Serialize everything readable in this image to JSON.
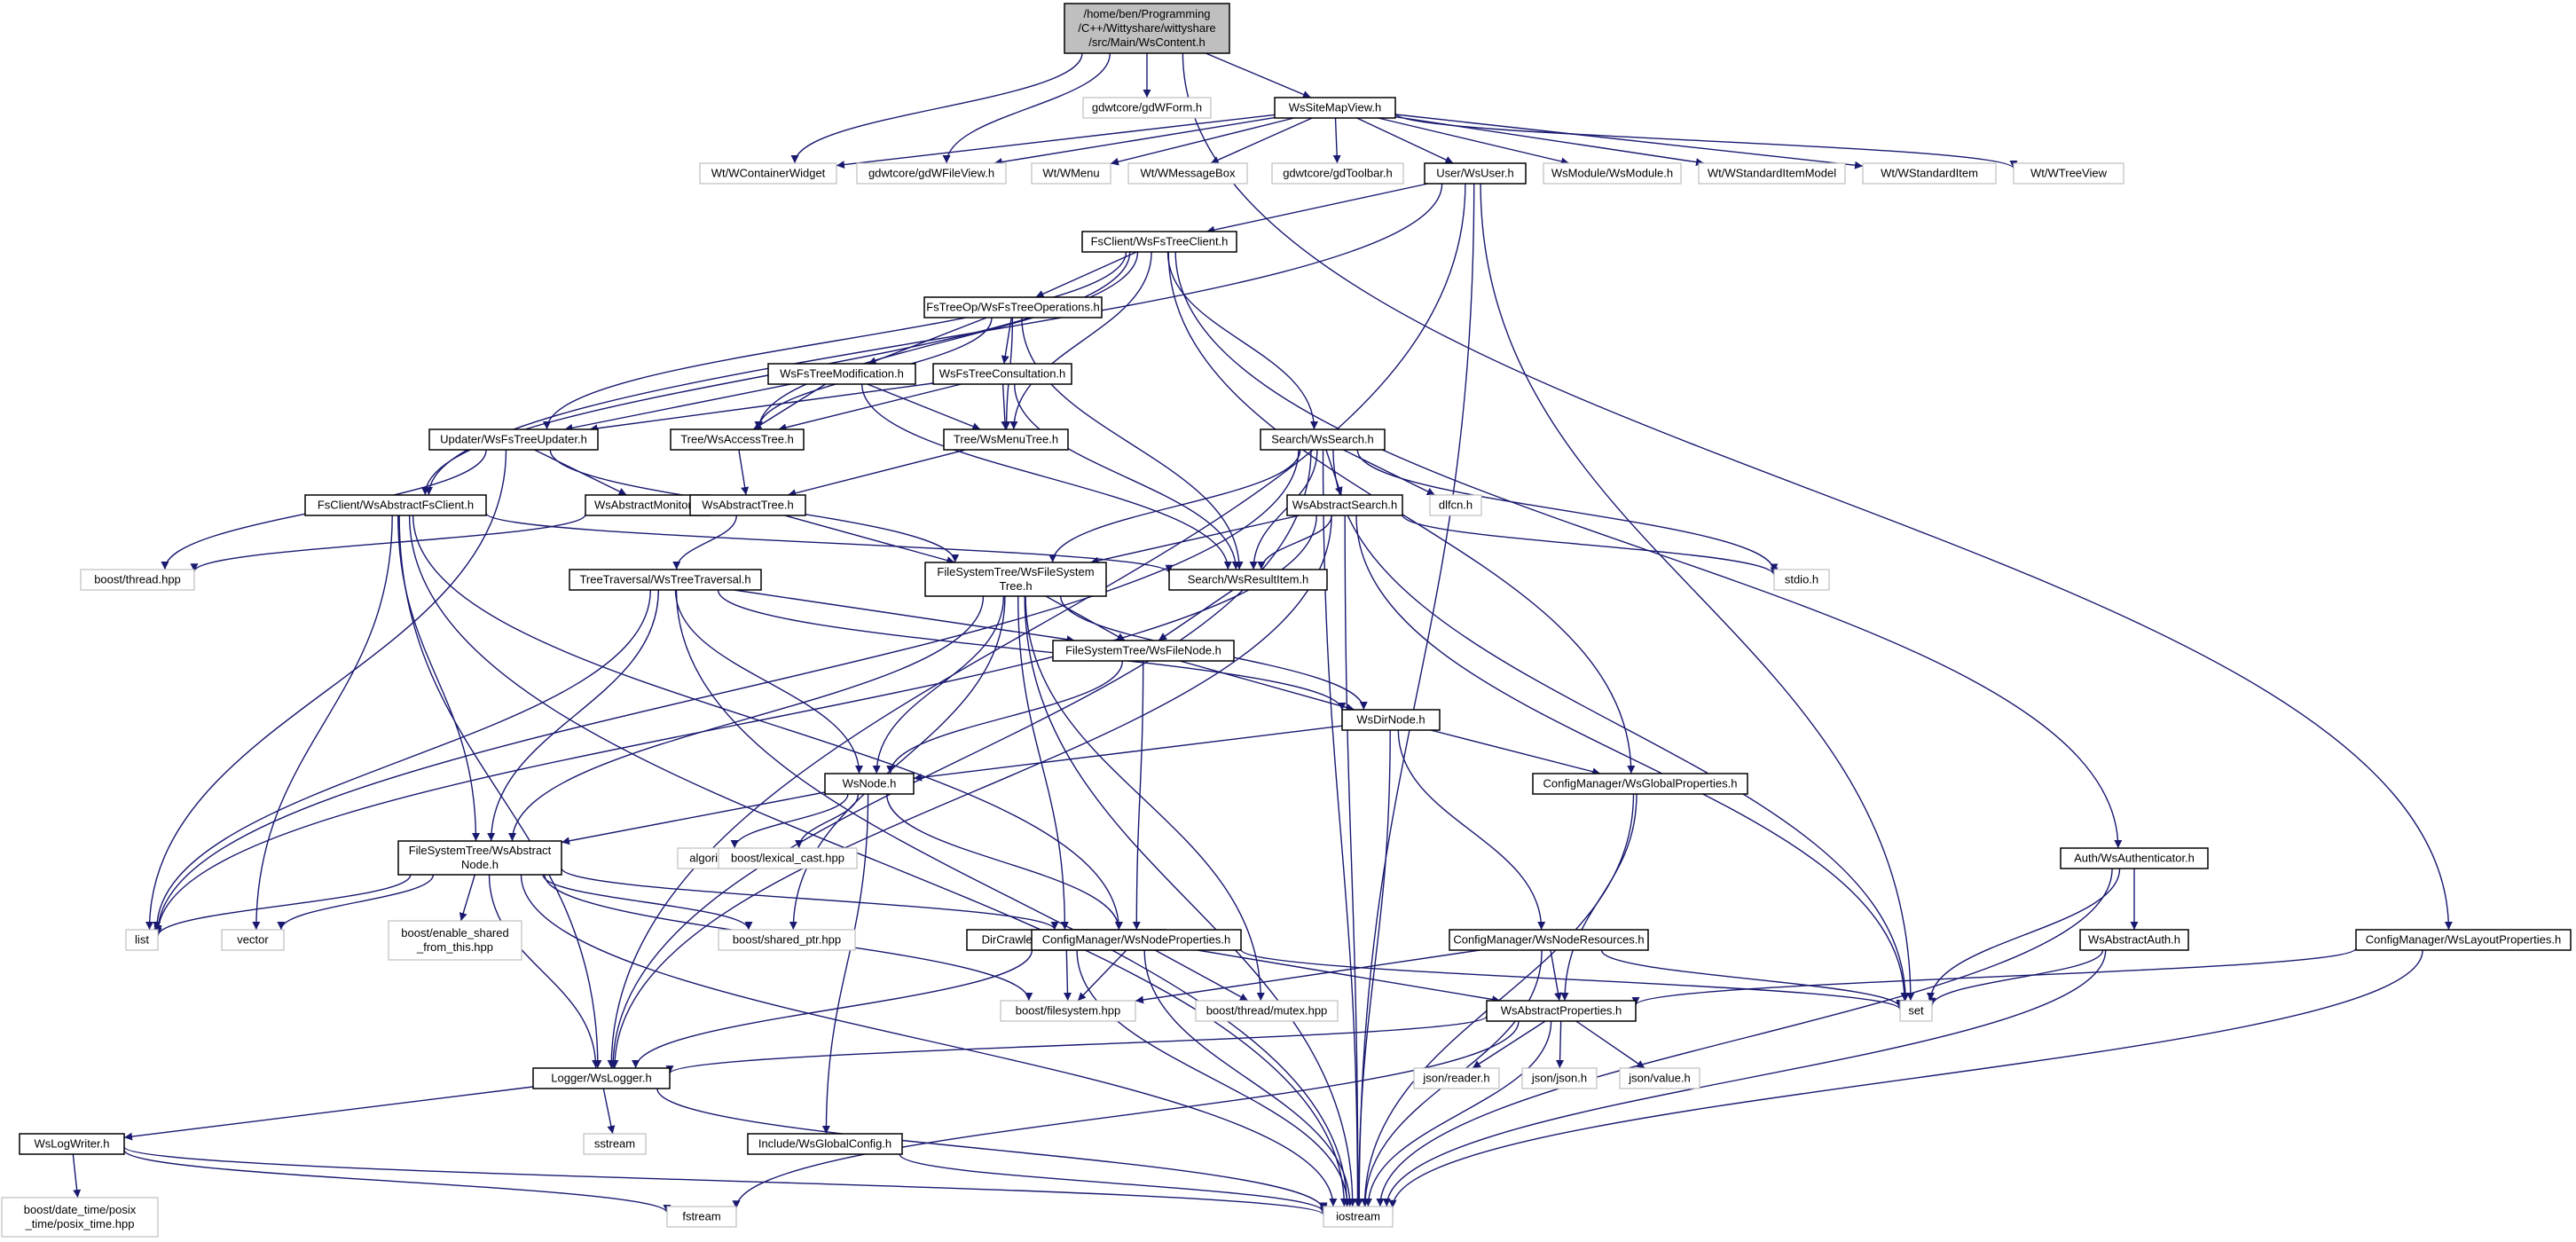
{
  "graph": {
    "colors": {
      "edge": "#191970",
      "root_fill": "#bfbfbf",
      "node_border": "#000000",
      "ext_border": "#bfbfbf",
      "text": "#000000"
    },
    "nodes": [
      {
        "id": "root",
        "lines": [
          "/home/ben/Programming",
          "/C++/Wittyshare/wittyshare",
          "/src/Main/WsContent.h"
        ],
        "kind": "root"
      },
      {
        "id": "gdwform",
        "lines": [
          "gdwtcore/gdWForm.h"
        ],
        "kind": "ext"
      },
      {
        "id": "sitemap",
        "lines": [
          "WsSiteMapView.h"
        ],
        "kind": "int"
      },
      {
        "id": "wcontainer",
        "lines": [
          "Wt/WContainerWidget"
        ],
        "kind": "ext"
      },
      {
        "id": "gdwfileview",
        "lines": [
          "gdwtcore/gdWFileView.h"
        ],
        "kind": "ext"
      },
      {
        "id": "wmenu",
        "lines": [
          "Wt/WMenu"
        ],
        "kind": "ext"
      },
      {
        "id": "wmessagebox",
        "lines": [
          "Wt/WMessageBox"
        ],
        "kind": "ext"
      },
      {
        "id": "gdtoolbar",
        "lines": [
          "gdwtcore/gdToolbar.h"
        ],
        "kind": "ext"
      },
      {
        "id": "wsuser",
        "lines": [
          "User/WsUser.h"
        ],
        "kind": "int"
      },
      {
        "id": "wsmodule",
        "lines": [
          "WsModule/WsModule.h"
        ],
        "kind": "ext"
      },
      {
        "id": "wstditemmodel",
        "lines": [
          "Wt/WStandardItemModel"
        ],
        "kind": "ext"
      },
      {
        "id": "wstditem",
        "lines": [
          "Wt/WStandardItem"
        ],
        "kind": "ext"
      },
      {
        "id": "wtreeview",
        "lines": [
          "Wt/WTreeView"
        ],
        "kind": "ext"
      },
      {
        "id": "fstreeclient",
        "lines": [
          "FsClient/WsFsTreeClient.h"
        ],
        "kind": "int"
      },
      {
        "id": "fstreeops",
        "lines": [
          "FsTreeOp/WsFsTreeOperations.h"
        ],
        "kind": "int"
      },
      {
        "id": "fstreemod",
        "lines": [
          "WsFsTreeModification.h"
        ],
        "kind": "int"
      },
      {
        "id": "fstreecons",
        "lines": [
          "WsFsTreeConsultation.h"
        ],
        "kind": "int"
      },
      {
        "id": "updater",
        "lines": [
          "Updater/WsFsTreeUpdater.h"
        ],
        "kind": "int"
      },
      {
        "id": "accesstree",
        "lines": [
          "Tree/WsAccessTree.h"
        ],
        "kind": "int"
      },
      {
        "id": "menutree",
        "lines": [
          "Tree/WsMenuTree.h"
        ],
        "kind": "int"
      },
      {
        "id": "search",
        "lines": [
          "Search/WsSearch.h"
        ],
        "kind": "int"
      },
      {
        "id": "absmonitor",
        "lines": [
          "WsAbstractMonitor.h"
        ],
        "kind": "int"
      },
      {
        "id": "absfsclient",
        "lines": [
          "FsClient/WsAbstractFsClient.h"
        ],
        "kind": "int"
      },
      {
        "id": "abstree",
        "lines": [
          "WsAbstractTree.h"
        ],
        "kind": "int"
      },
      {
        "id": "dlfcn",
        "lines": [
          "dlfcn.h"
        ],
        "kind": "ext"
      },
      {
        "id": "abssearch",
        "lines": [
          "WsAbstractSearch.h"
        ],
        "kind": "int"
      },
      {
        "id": "boostthread",
        "lines": [
          "boost/thread.hpp"
        ],
        "kind": "ext"
      },
      {
        "id": "treetrav",
        "lines": [
          "TreeTraversal/WsTreeTraversal.h"
        ],
        "kind": "int"
      },
      {
        "id": "fstree",
        "lines": [
          "FileSystemTree/WsFileSystem",
          "Tree.h"
        ],
        "kind": "int"
      },
      {
        "id": "resultitem",
        "lines": [
          "Search/WsResultItem.h"
        ],
        "kind": "int"
      },
      {
        "id": "stdio",
        "lines": [
          "stdio.h"
        ],
        "kind": "ext"
      },
      {
        "id": "filenode",
        "lines": [
          "FileSystemTree/WsFileNode.h"
        ],
        "kind": "int"
      },
      {
        "id": "dirnode",
        "lines": [
          "WsDirNode.h"
        ],
        "kind": "int"
      },
      {
        "id": "globalprops",
        "lines": [
          "ConfigManager/WsGlobalProperties.h"
        ],
        "kind": "int"
      },
      {
        "id": "wsnode",
        "lines": [
          "WsNode.h"
        ],
        "kind": "int"
      },
      {
        "id": "absnode",
        "lines": [
          "FileSystemTree/WsAbstract",
          "Node.h"
        ],
        "kind": "int"
      },
      {
        "id": "algorithm",
        "lines": [
          "algorithm"
        ],
        "kind": "ext"
      },
      {
        "id": "lexcast",
        "lines": [
          "boost/lexical_cast.hpp"
        ],
        "kind": "ext"
      },
      {
        "id": "authenticator",
        "lines": [
          "Auth/WsAuthenticator.h"
        ],
        "kind": "int"
      },
      {
        "id": "list",
        "lines": [
          "list"
        ],
        "kind": "ext"
      },
      {
        "id": "vector",
        "lines": [
          "vector"
        ],
        "kind": "ext"
      },
      {
        "id": "enableshared",
        "lines": [
          "boost/enable_shared",
          "_from_this.hpp"
        ],
        "kind": "ext"
      },
      {
        "id": "sharedptr",
        "lines": [
          "boost/shared_ptr.hpp"
        ],
        "kind": "ext"
      },
      {
        "id": "dircrawler",
        "lines": [
          "DirCrawler/WsDirectoryCrawler.h"
        ],
        "kind": "int"
      },
      {
        "id": "nodeprops",
        "lines": [
          "ConfigManager/WsNodeProperties.h"
        ],
        "kind": "int"
      },
      {
        "id": "noderes",
        "lines": [
          "ConfigManager/WsNodeResources.h"
        ],
        "kind": "int"
      },
      {
        "id": "absauth",
        "lines": [
          "WsAbstractAuth.h"
        ],
        "kind": "int"
      },
      {
        "id": "layoutprops",
        "lines": [
          "ConfigManager/WsLayoutProperties.h"
        ],
        "kind": "int"
      },
      {
        "id": "boostfs",
        "lines": [
          "boost/filesystem.hpp"
        ],
        "kind": "ext"
      },
      {
        "id": "mutex",
        "lines": [
          "boost/thread/mutex.hpp"
        ],
        "kind": "ext"
      },
      {
        "id": "set",
        "lines": [
          "set"
        ],
        "kind": "ext"
      },
      {
        "id": "absprops",
        "lines": [
          "WsAbstractProperties.h"
        ],
        "kind": "int"
      },
      {
        "id": "logger",
        "lines": [
          "Logger/WsLogger.h"
        ],
        "kind": "int"
      },
      {
        "id": "jsonreader",
        "lines": [
          "json/reader.h"
        ],
        "kind": "ext"
      },
      {
        "id": "jsonjson",
        "lines": [
          "json/json.h"
        ],
        "kind": "ext"
      },
      {
        "id": "jsonvalue",
        "lines": [
          "json/value.h"
        ],
        "kind": "ext"
      },
      {
        "id": "sstream",
        "lines": [
          "sstream"
        ],
        "kind": "ext"
      },
      {
        "id": "logwriter",
        "lines": [
          "WsLogWriter.h"
        ],
        "kind": "int"
      },
      {
        "id": "globalconfig",
        "lines": [
          "Include/WsGlobalConfig.h"
        ],
        "kind": "int"
      },
      {
        "id": "posixtime",
        "lines": [
          "boost/date_time/posix",
          "_time/posix_time.hpp"
        ],
        "kind": "ext"
      },
      {
        "id": "fstream",
        "lines": [
          "fstream"
        ],
        "kind": "ext"
      },
      {
        "id": "iostream",
        "lines": [
          "iostream"
        ],
        "kind": "ext"
      }
    ],
    "edges": [
      [
        "root",
        "gdwform"
      ],
      [
        "root",
        "sitemap"
      ],
      [
        "root",
        "wcontainer"
      ],
      [
        "root",
        "gdwfileview"
      ],
      [
        "root",
        "layoutprops"
      ],
      [
        "sitemap",
        "wcontainer"
      ],
      [
        "sitemap",
        "gdwfileview"
      ],
      [
        "sitemap",
        "wmenu"
      ],
      [
        "sitemap",
        "wmessagebox"
      ],
      [
        "sitemap",
        "gdtoolbar"
      ],
      [
        "sitemap",
        "wsuser"
      ],
      [
        "sitemap",
        "wsmodule"
      ],
      [
        "sitemap",
        "wstditemmodel"
      ],
      [
        "sitemap",
        "wstditem"
      ],
      [
        "sitemap",
        "wtreeview"
      ],
      [
        "wsuser",
        "fstreeclient"
      ],
      [
        "wsuser",
        "absfsclient"
      ],
      [
        "wsuser",
        "logger"
      ],
      [
        "wsuser",
        "set"
      ],
      [
        "wsuser",
        "iostream"
      ],
      [
        "fstreeclient",
        "fstreeops"
      ],
      [
        "fstreeclient",
        "updater"
      ],
      [
        "fstreeclient",
        "accesstree"
      ],
      [
        "fstreeclient",
        "menutree"
      ],
      [
        "fstreeclient",
        "search"
      ],
      [
        "fstreeclient",
        "absfsclient"
      ],
      [
        "fstreeclient",
        "globalprops"
      ],
      [
        "fstreeclient",
        "authenticator"
      ],
      [
        "fstreeops",
        "fstreemod"
      ],
      [
        "fstreeops",
        "fstreecons"
      ],
      [
        "fstreeops",
        "accesstree"
      ],
      [
        "fstreeops",
        "menutree"
      ],
      [
        "fstreeops",
        "resultitem"
      ],
      [
        "fstreemod",
        "updater"
      ],
      [
        "fstreemod",
        "accesstree"
      ],
      [
        "fstreemod",
        "menutree"
      ],
      [
        "fstreemod",
        "resultitem"
      ],
      [
        "fstreecons",
        "updater"
      ],
      [
        "fstreecons",
        "accesstree"
      ],
      [
        "fstreecons",
        "menutree"
      ],
      [
        "fstreecons",
        "resultitem"
      ],
      [
        "updater",
        "absmonitor"
      ],
      [
        "updater",
        "boostthread"
      ],
      [
        "updater",
        "list"
      ],
      [
        "updater",
        "fstree"
      ],
      [
        "accesstree",
        "abstree"
      ],
      [
        "menutree",
        "abstree"
      ],
      [
        "abstree",
        "treetrav"
      ],
      [
        "abstree",
        "fstree"
      ],
      [
        "search",
        "abssearch"
      ],
      [
        "search",
        "dlfcn"
      ],
      [
        "search",
        "stdio"
      ],
      [
        "search",
        "resultitem"
      ],
      [
        "search",
        "fstree"
      ],
      [
        "search",
        "logger"
      ],
      [
        "search",
        "set"
      ],
      [
        "search",
        "iostream"
      ],
      [
        "search",
        "list"
      ],
      [
        "absmonitor",
        "boostthread"
      ],
      [
        "absfsclient",
        "resultitem"
      ],
      [
        "absfsclient",
        "absnode"
      ],
      [
        "absfsclient",
        "vector"
      ],
      [
        "absfsclient",
        "logger"
      ],
      [
        "absfsclient",
        "iostream"
      ],
      [
        "absfsclient",
        "nodeprops"
      ],
      [
        "abssearch",
        "resultitem"
      ],
      [
        "abssearch",
        "fstree"
      ],
      [
        "abssearch",
        "stdio"
      ],
      [
        "abssearch",
        "set"
      ],
      [
        "abssearch",
        "iostream"
      ],
      [
        "abssearch",
        "logger"
      ],
      [
        "abssearch",
        "list"
      ],
      [
        "treetrav",
        "filenode"
      ],
      [
        "treetrav",
        "dirnode"
      ],
      [
        "treetrav",
        "wsnode"
      ],
      [
        "treetrav",
        "absnode"
      ],
      [
        "treetrav",
        "list"
      ],
      [
        "treetrav",
        "iostream"
      ],
      [
        "fstree",
        "filenode"
      ],
      [
        "fstree",
        "dirnode"
      ],
      [
        "fstree",
        "wsnode"
      ],
      [
        "fstree",
        "absnode"
      ],
      [
        "fstree",
        "dircrawler"
      ],
      [
        "fstree",
        "sharedptr"
      ],
      [
        "fstree",
        "mutex"
      ],
      [
        "fstree",
        "iostream"
      ],
      [
        "resultitem",
        "filenode"
      ],
      [
        "filenode",
        "dirnode"
      ],
      [
        "filenode",
        "wsnode"
      ],
      [
        "filenode",
        "nodeprops"
      ],
      [
        "dirnode",
        "wsnode"
      ],
      [
        "dirnode",
        "globalprops"
      ],
      [
        "dirnode",
        "noderes"
      ],
      [
        "dirnode",
        "iostream"
      ],
      [
        "globalprops",
        "absprops"
      ],
      [
        "globalprops",
        "iostream"
      ],
      [
        "wsnode",
        "absnode"
      ],
      [
        "wsnode",
        "algorithm"
      ],
      [
        "wsnode",
        "lexcast"
      ],
      [
        "wsnode",
        "nodeprops"
      ],
      [
        "wsnode",
        "globalconfig"
      ],
      [
        "absnode",
        "list"
      ],
      [
        "absnode",
        "vector"
      ],
      [
        "absnode",
        "enableshared"
      ],
      [
        "absnode",
        "sharedptr"
      ],
      [
        "absnode",
        "boostfs"
      ],
      [
        "absnode",
        "nodeprops"
      ],
      [
        "absnode",
        "logger"
      ],
      [
        "absnode",
        "iostream"
      ],
      [
        "authenticator",
        "absauth"
      ],
      [
        "authenticator",
        "set"
      ],
      [
        "authenticator",
        "iostream"
      ],
      [
        "absauth",
        "set"
      ],
      [
        "absauth",
        "iostream"
      ],
      [
        "layoutprops",
        "absprops"
      ],
      [
        "layoutprops",
        "iostream"
      ],
      [
        "dircrawler",
        "boostfs"
      ],
      [
        "dircrawler",
        "logger"
      ],
      [
        "dircrawler",
        "iostream"
      ],
      [
        "nodeprops",
        "boostfs"
      ],
      [
        "nodeprops",
        "mutex"
      ],
      [
        "nodeprops",
        "absprops"
      ],
      [
        "nodeprops",
        "set"
      ],
      [
        "nodeprops",
        "iostream"
      ],
      [
        "noderes",
        "boostfs"
      ],
      [
        "noderes",
        "absprops"
      ],
      [
        "noderes",
        "set"
      ],
      [
        "noderes",
        "iostream"
      ],
      [
        "absprops",
        "logger"
      ],
      [
        "absprops",
        "jsonreader"
      ],
      [
        "absprops",
        "jsonjson"
      ],
      [
        "absprops",
        "jsonvalue"
      ],
      [
        "absprops",
        "iostream"
      ],
      [
        "absprops",
        "fstream"
      ],
      [
        "logger",
        "logwriter"
      ],
      [
        "logger",
        "sstream"
      ],
      [
        "logger",
        "iostream"
      ],
      [
        "logwriter",
        "posixtime"
      ],
      [
        "logwriter",
        "fstream"
      ],
      [
        "logwriter",
        "iostream"
      ],
      [
        "globalconfig",
        "iostream"
      ]
    ]
  }
}
